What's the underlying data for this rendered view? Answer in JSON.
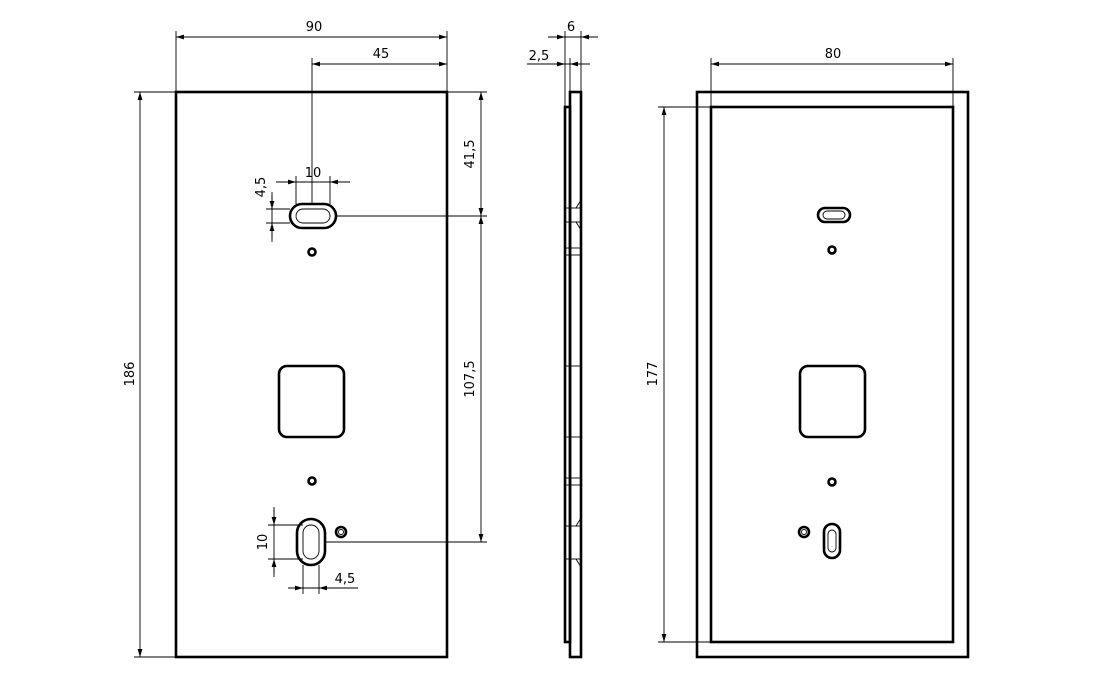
{
  "drawing": {
    "front_view": {
      "overall_width": "90",
      "slot_offset_from_side": "45",
      "overall_height": "186",
      "top_slot_from_top": "41,5",
      "slot_spacing": "107,5",
      "top_slot_length": "10",
      "top_slot_width": "4,5",
      "bottom_slot_length": "10",
      "bottom_slot_width": "4,5"
    },
    "side_view": {
      "total_thickness": "6",
      "step_thickness": "2,5"
    },
    "back_view": {
      "inner_width": "80",
      "inner_height": "177"
    }
  }
}
